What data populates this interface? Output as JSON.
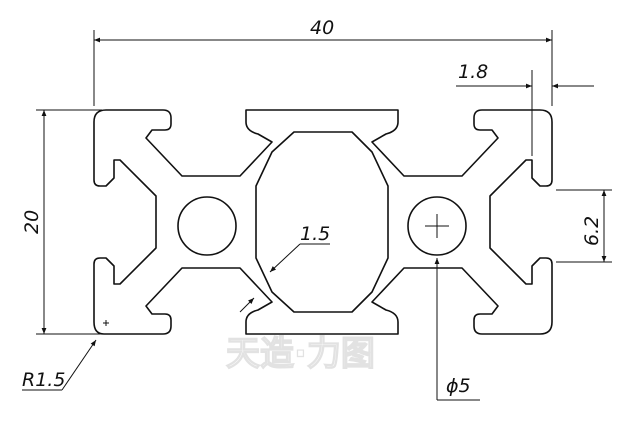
{
  "dimensions": {
    "width": "40",
    "height": "20",
    "slot_lip": "1.8",
    "slot_depth": "6.2",
    "wall_thickness": "1.5",
    "corner_radius": "R1.5",
    "hole_diameter": "ϕ5"
  },
  "watermark": "天造·力图",
  "colors": {
    "line": "#111111",
    "background": "#ffffff",
    "watermark": "#e2e2e2"
  }
}
